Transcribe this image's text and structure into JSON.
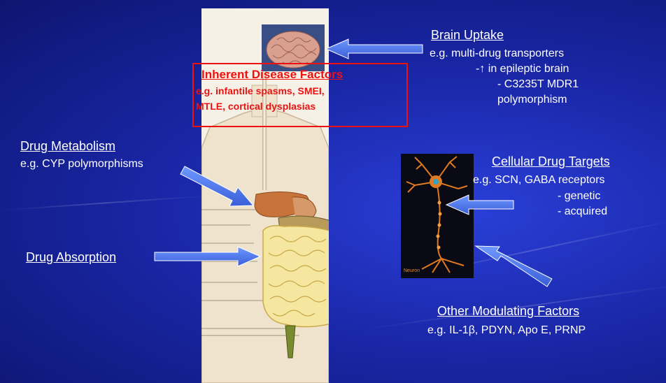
{
  "labels": {
    "brain_uptake": "Brain Uptake",
    "brain_uptake_eg": "e.g. multi-drug transporters",
    "brain_uptake_1": "-↑ in epileptic brain",
    "brain_uptake_2": "- C3235T MDR1",
    "brain_uptake_3": "polymorphism",
    "inherent_title": "Inherent Disease Factors",
    "inherent_1": "e.g. infantile spasms, SMEI,",
    "inherent_2": "MTLE, cortical dysplasias",
    "drug_metabolism": "Drug Metabolism",
    "drug_metabolism_eg": "e.g. CYP polymorphisms",
    "cellular_targets": "Cellular Drug Targets",
    "cellular_targets_eg": "e.g. SCN, GABA receptors",
    "cellular_targets_1": "- genetic",
    "cellular_targets_2": "- acquired",
    "drug_absorption": "Drug Absorption",
    "other_factors": "Other Modulating Factors",
    "other_factors_eg": "e.g. IL-1β, PDYN, Apo E, PRNP"
  },
  "neuron_caption": "Neuron",
  "colors": {
    "background": "#1a27a8",
    "arrow": "#4d7cf0",
    "inherent_red": "#ee1111"
  }
}
